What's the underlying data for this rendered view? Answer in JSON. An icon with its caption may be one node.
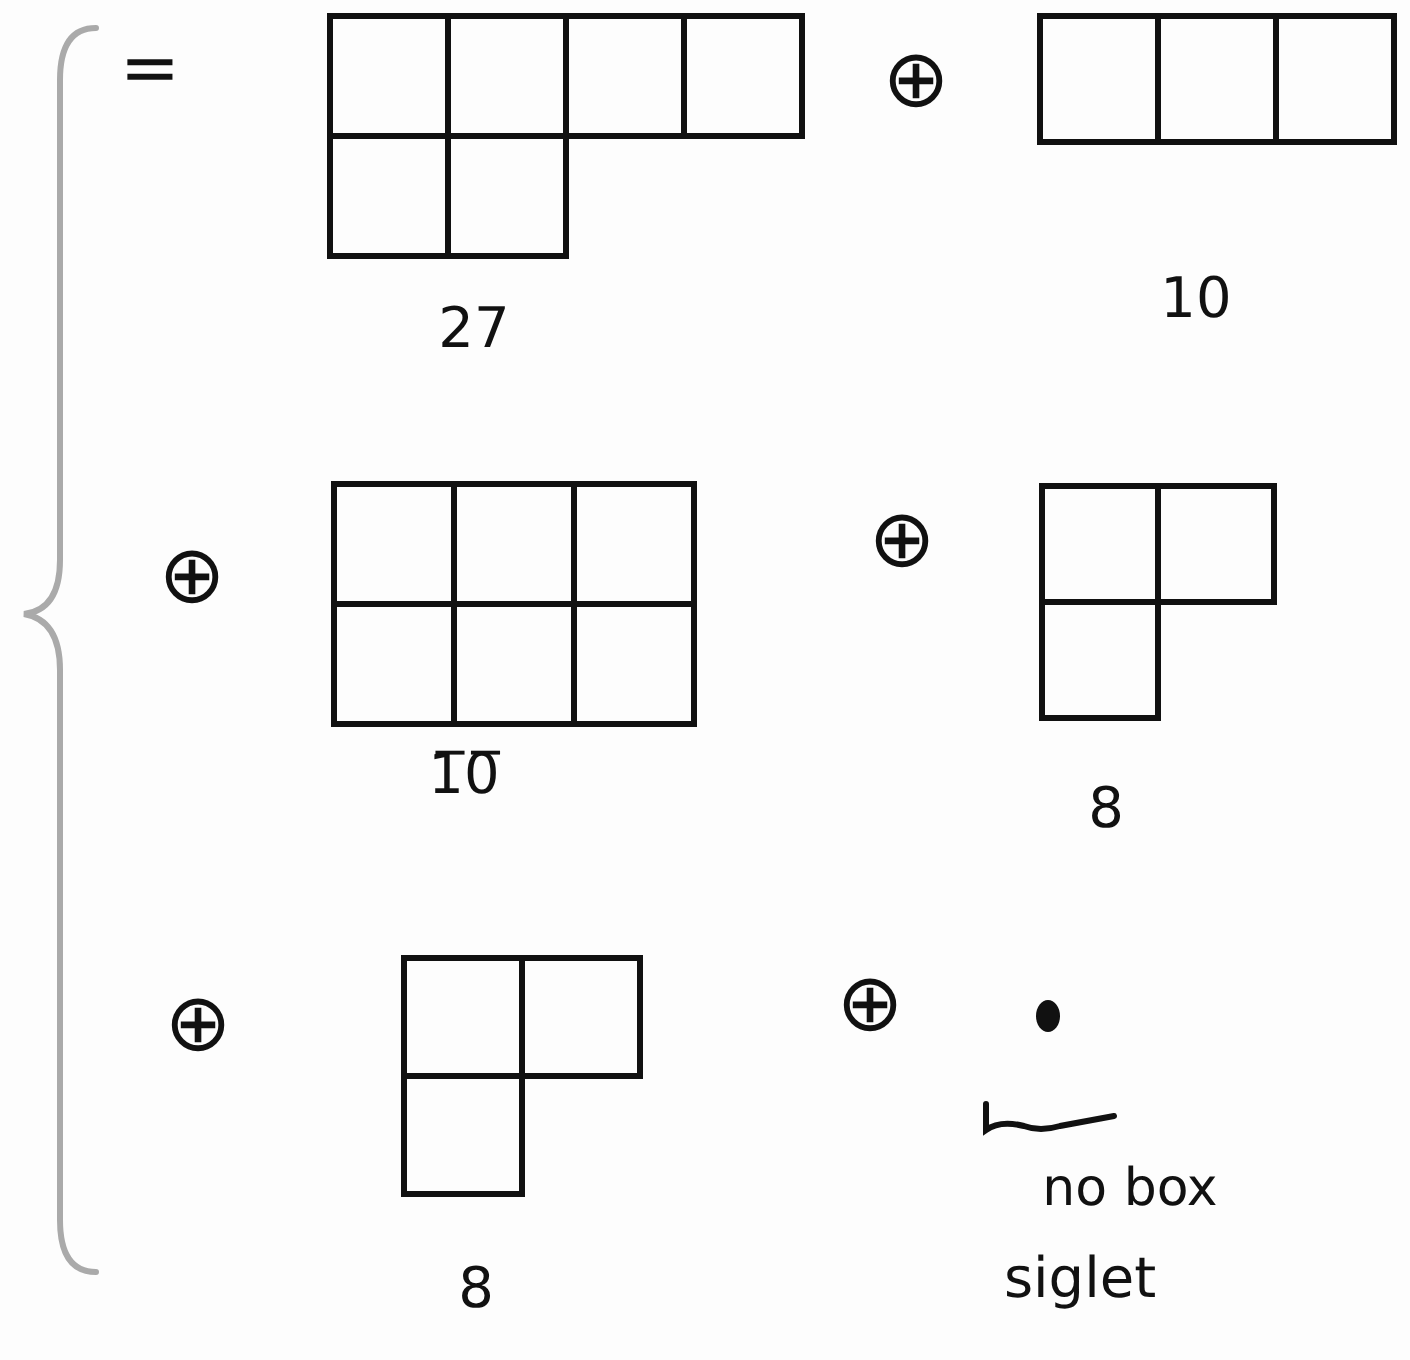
{
  "diagram": {
    "labels": [
      "=",
      "⊕",
      "27",
      "10",
      "⊕",
      "⊕",
      "1̅0̅",
      "8",
      "⊕",
      "⊕",
      "8",
      "no box",
      "siglet"
    ]
  }
}
